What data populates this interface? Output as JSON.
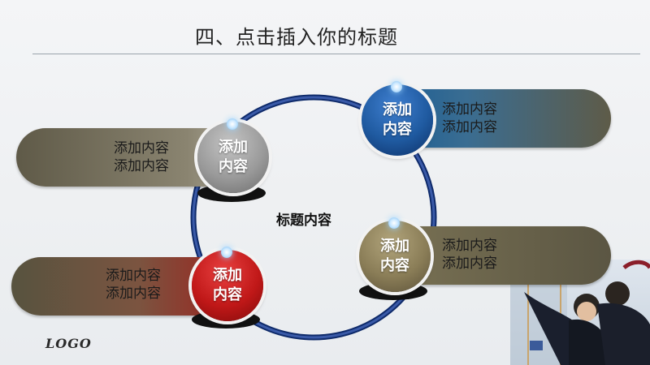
{
  "slide": {
    "title": "四、点击插入你的标题",
    "center_label": "标题内容",
    "logo_text": "LOGO"
  },
  "nodes": [
    {
      "id": "top-right",
      "label_line1": "添加",
      "label_line2": "内容",
      "text_line1": "添加内容",
      "text_line2": "添加内容",
      "color": "#1f5aa0"
    },
    {
      "id": "left",
      "label_line1": "添加",
      "label_line2": "内容",
      "text_line1": "添加内容",
      "text_line2": "添加内容",
      "color": "#9a9a9a"
    },
    {
      "id": "bottom-right",
      "label_line1": "添加",
      "label_line2": "内容",
      "text_line1": "添加内容",
      "text_line2": "添加内容",
      "color": "#8a7d57"
    },
    {
      "id": "bottom-left",
      "label_line1": "添加",
      "label_line2": "内容",
      "text_line1": "添加内容",
      "text_line2": "添加内容",
      "color": "#c01818"
    }
  ],
  "colors": {
    "ring": "#233f86",
    "pill_olive": "#5b5643",
    "pill_blue": "#1b5d94",
    "pill_red": "#a81414"
  }
}
